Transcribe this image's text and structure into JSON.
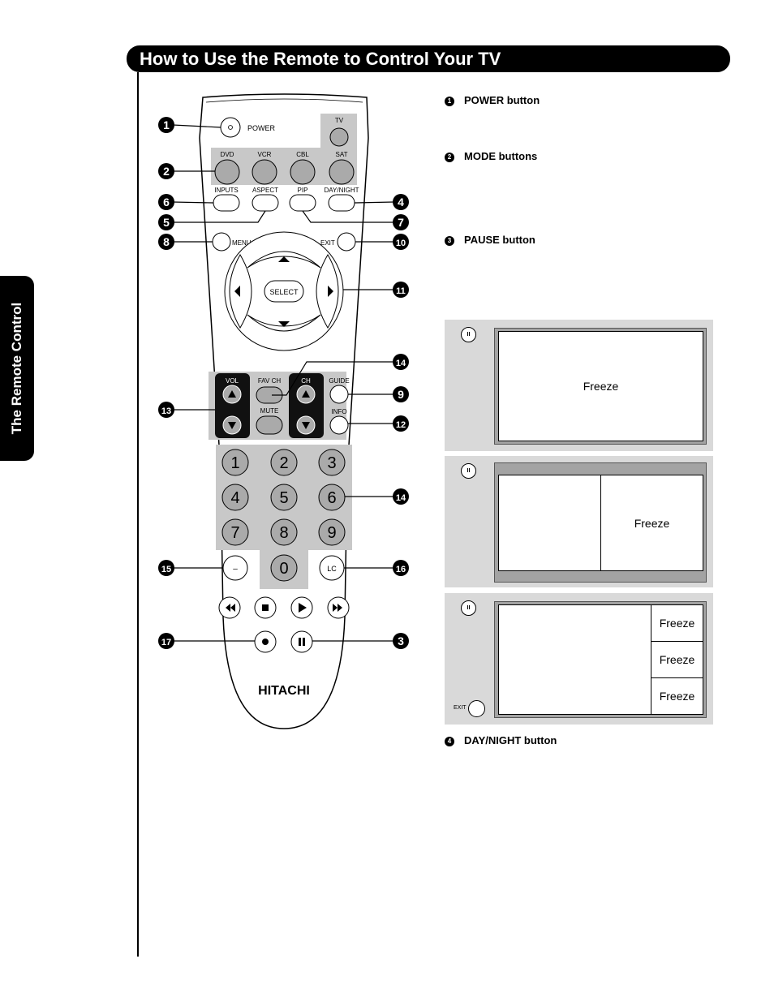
{
  "header": {
    "title": "How to Use the Remote to Control Your TV"
  },
  "side_tab": {
    "label": "The Remote Control"
  },
  "remote": {
    "brand": "HITACHI",
    "labels": {
      "power": "POWER",
      "tv": "TV",
      "dvd": "DVD",
      "vcr": "VCR",
      "cbl": "CBL",
      "sat": "SAT",
      "inputs": "INPUTS",
      "aspect": "ASPECT",
      "pip": "PIP",
      "day_night": "DAY/NIGHT",
      "menu": "MENU",
      "exit": "EXIT",
      "select": "SELECT",
      "vol": "VOL",
      "fav_ch": "FAV CH",
      "ch": "CH",
      "guide": "GUIDE",
      "info": "INFO",
      "mute": "MUTE",
      "dash": "–",
      "lc": "LC"
    },
    "digits": [
      "1",
      "2",
      "3",
      "4",
      "5",
      "6",
      "7",
      "8",
      "9",
      "0"
    ],
    "callouts": [
      "1",
      "2",
      "6",
      "5",
      "8",
      "4",
      "7",
      "10",
      "11",
      "13",
      "14",
      "9",
      "12",
      "14",
      "15",
      "16",
      "17",
      "3"
    ]
  },
  "descriptions": [
    {
      "num": "1",
      "text": "POWER button"
    },
    {
      "num": "2",
      "text": "MODE buttons"
    },
    {
      "num": "3",
      "text": "PAUSE button"
    },
    {
      "num": "4",
      "text": "DAY/NIGHT button"
    }
  ],
  "freeze": {
    "label": "Freeze",
    "exit_label": "EXIT",
    "pause_glyph": "II"
  }
}
